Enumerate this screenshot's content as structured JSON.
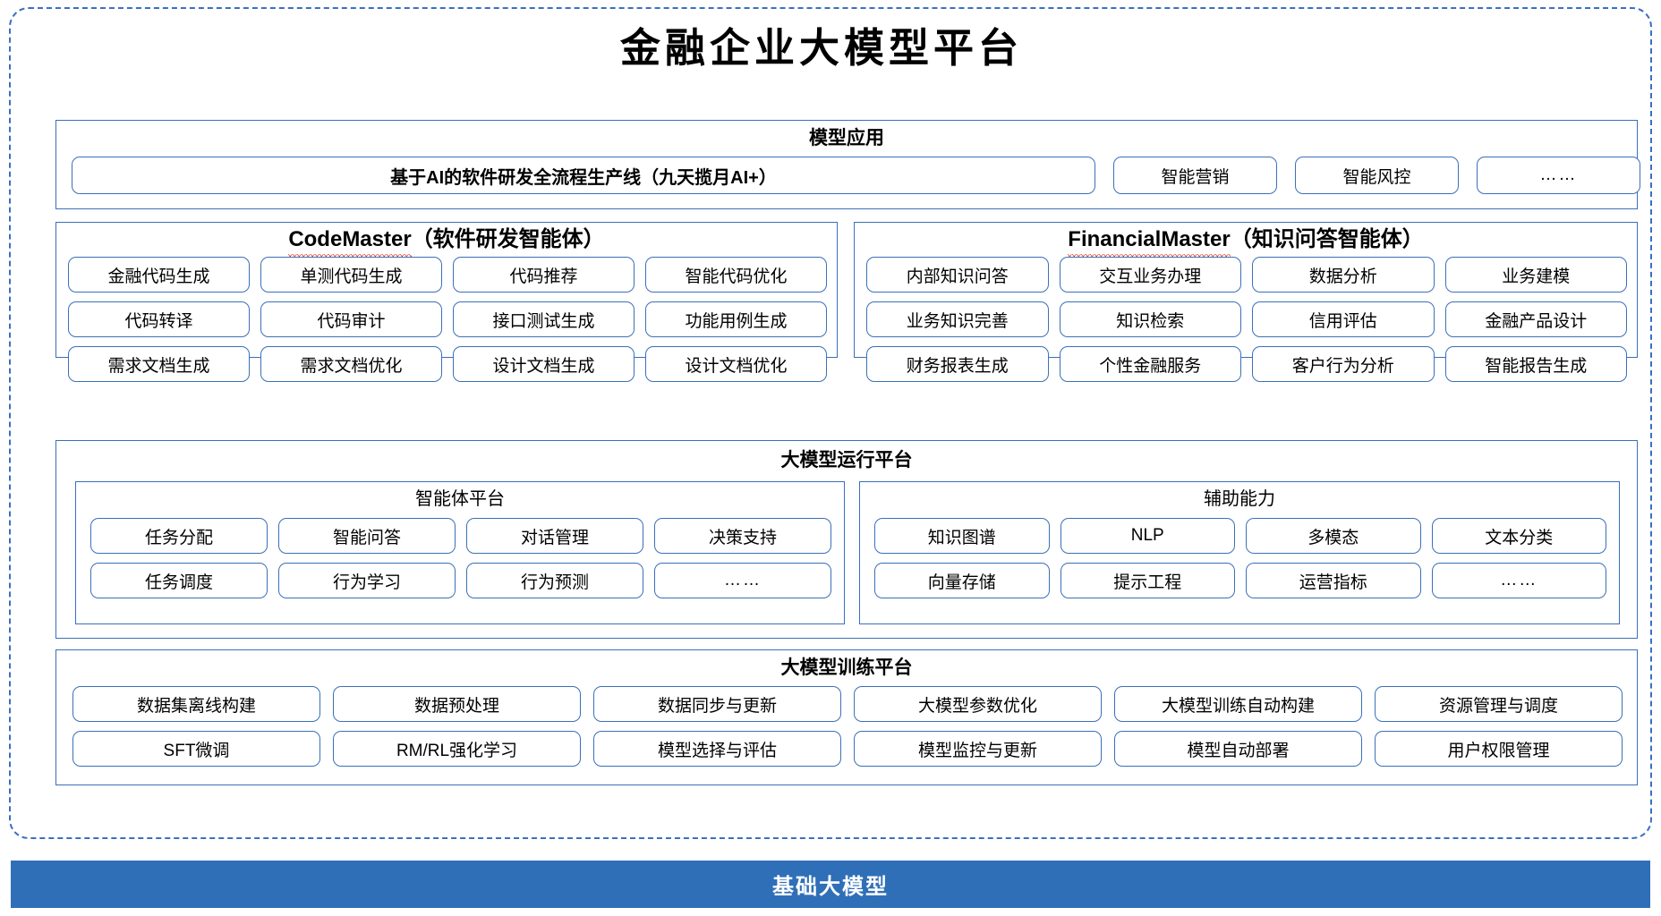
{
  "title": "金融企业大模型平台",
  "colors": {
    "frame_border": "#3a6fbf",
    "panel_border": "#3a70b8",
    "footer_bg": "#2f6fb8",
    "footer_text": "#ffffff",
    "spellcheck_underline": "#e03a2f"
  },
  "layers": {
    "application": {
      "title": "模型应用",
      "items": [
        {
          "label": "基于AI的软件研发全流程生产线（九天揽月AI+）",
          "emphasis": true
        },
        {
          "label": "智能营销",
          "emphasis": false
        },
        {
          "label": "智能风控",
          "emphasis": false
        },
        {
          "label": "……",
          "emphasis": false
        }
      ]
    },
    "agents": [
      {
        "name": "CodeMaster",
        "suffix": "（软件研发智能体）",
        "spellcheck_flag": true,
        "items": [
          "金融代码生成",
          "单测代码生成",
          "代码推荐",
          "智能代码优化",
          "代码转译",
          "代码审计",
          "接口测试生成",
          "功能用例生成",
          "需求文档生成",
          "需求文档优化",
          "设计文档生成",
          "设计文档优化"
        ]
      },
      {
        "name": "FinancialMaster",
        "suffix": "（知识问答智能体）",
        "spellcheck_flag": true,
        "items": [
          "内部知识问答",
          "交互业务办理",
          "数据分析",
          "业务建模",
          "业务知识完善",
          "知识检索",
          "信用评估",
          "金融产品设计",
          "财务报表生成",
          "个性金融服务",
          "客户行为分析",
          "智能报告生成"
        ]
      }
    ],
    "runtime": {
      "title": "大模型运行平台",
      "subpanels": [
        {
          "title": "智能体平台",
          "items": [
            "任务分配",
            "智能问答",
            "对话管理",
            "决策支持",
            "任务调度",
            "行为学习",
            "行为预测",
            "……"
          ]
        },
        {
          "title": "辅助能力",
          "items": [
            "知识图谱",
            "NLP",
            "多模态",
            "文本分类",
            "向量存储",
            "提示工程",
            "运营指标",
            "……"
          ]
        }
      ]
    },
    "training": {
      "title": "大模型训练平台",
      "items": [
        "数据集离线构建",
        "数据预处理",
        "数据同步与更新",
        "大模型参数优化",
        "大模型训练自动构建",
        "资源管理与调度",
        "SFT微调",
        "RM/RL强化学习",
        "模型选择与评估",
        "模型监控与更新",
        "模型自动部署",
        "用户权限管理"
      ]
    },
    "foundation": {
      "label": "基础大模型"
    }
  }
}
